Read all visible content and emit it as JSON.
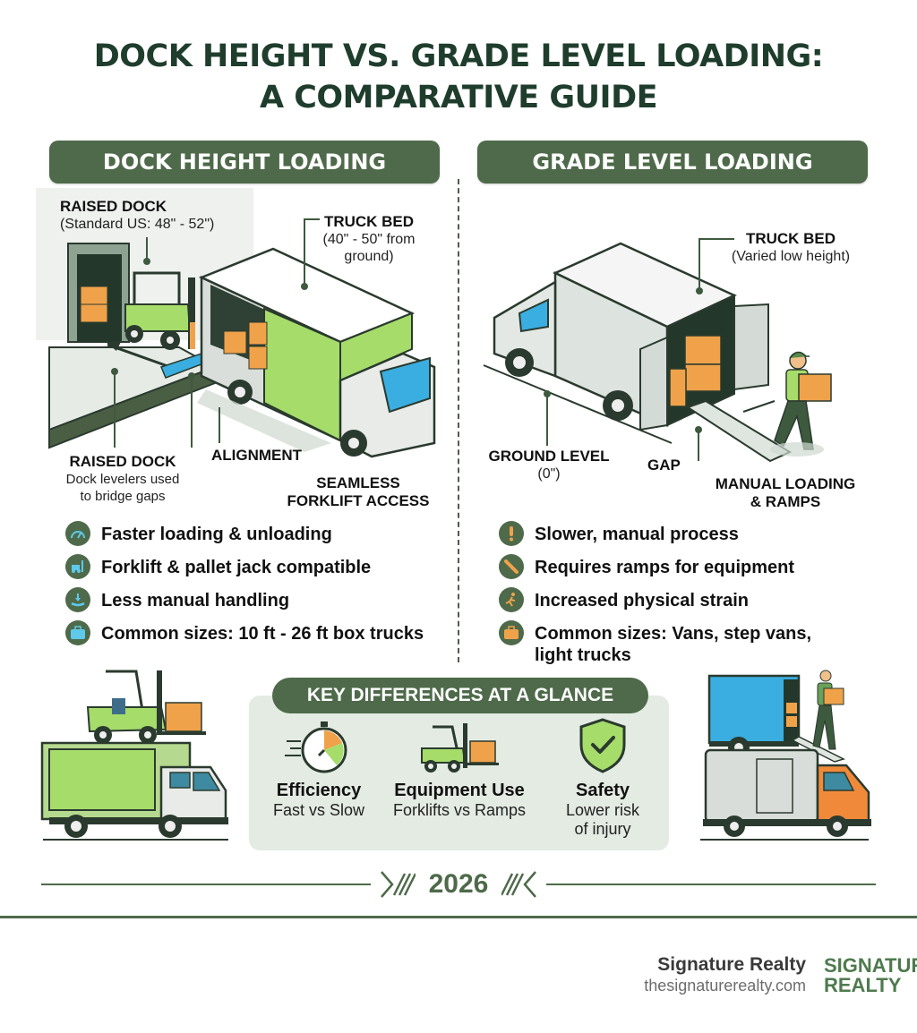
{
  "title": {
    "line1": "DOCK HEIGHT VS. GRADE LEVEL LOADING:",
    "line2": "A COMPARATIVE GUIDE"
  },
  "colors": {
    "primary_green": "#4e6a4a",
    "title_green": "#1f3d2c",
    "lime": "#a6dc6a",
    "orange": "#f0a24a",
    "blue": "#3aaee0",
    "panel_bg": "#e3ebe2"
  },
  "dock": {
    "header": "DOCK HEIGHT LOADING",
    "callouts": {
      "raised_dock_top": {
        "title": "RAISED DOCK",
        "sub": "(Standard US: 48\" - 52\")"
      },
      "truck_bed": {
        "title": "TRUCK BED",
        "sub1": "(40\" - 50\" from",
        "sub2": "ground)"
      },
      "raised_dock_bottom": {
        "title": "RAISED DOCK",
        "sub1": "Dock levelers used",
        "sub2": "to bridge gaps"
      },
      "alignment": {
        "title": "ALIGNMENT"
      },
      "seamless": {
        "line1": "SEAMLESS",
        "line2": "FORKLIFT ACCESS"
      }
    },
    "bullets": [
      {
        "icon": "speedometer-icon",
        "text": "Faster loading & unloading"
      },
      {
        "icon": "forklift-icon",
        "text": "Forklift & pallet jack compatible"
      },
      {
        "icon": "hand-download-icon",
        "text": "Less manual handling"
      },
      {
        "icon": "briefcase-icon",
        "text": "Common sizes: 10 ft - 26 ft box trucks"
      }
    ]
  },
  "grade": {
    "header": "GRADE LEVEL LOADING",
    "callouts": {
      "truck_bed": {
        "title": "TRUCK BED",
        "sub": "(Varied low height)"
      },
      "ground_level": {
        "title": "GROUND LEVEL",
        "sub": "(0\")"
      },
      "gap": {
        "title": "GAP"
      },
      "manual": {
        "line1": "MANUAL LOADING",
        "line2": "& RAMPS"
      }
    },
    "bullets": [
      {
        "icon": "exclamation-icon",
        "text": "Slower, manual process"
      },
      {
        "icon": "ramp-icon",
        "text": "Requires ramps for equipment"
      },
      {
        "icon": "running-person-icon",
        "text": "Increased physical strain"
      },
      {
        "icon": "briefcase-icon",
        "text": "Common sizes: Vans, step vans,",
        "text2": "light trucks"
      }
    ]
  },
  "key_differences": {
    "header": "KEY DIFFERENCES AT A GLANCE",
    "items": [
      {
        "icon": "stopwatch-icon",
        "title": "Efficiency",
        "sub": "Fast vs Slow"
      },
      {
        "icon": "forklift-icon",
        "title": "Equipment Use",
        "sub": "Forklifts vs Ramps"
      },
      {
        "icon": "shield-check-icon",
        "title": "Safety",
        "sub": "Lower risk",
        "sub2": "of injury"
      }
    ]
  },
  "year": "2026",
  "footer": {
    "brand": "Signature Realty",
    "url": "thesignaturerealty.com",
    "logo_line1": "SIGNATURE",
    "logo_line2": "REALTY"
  }
}
